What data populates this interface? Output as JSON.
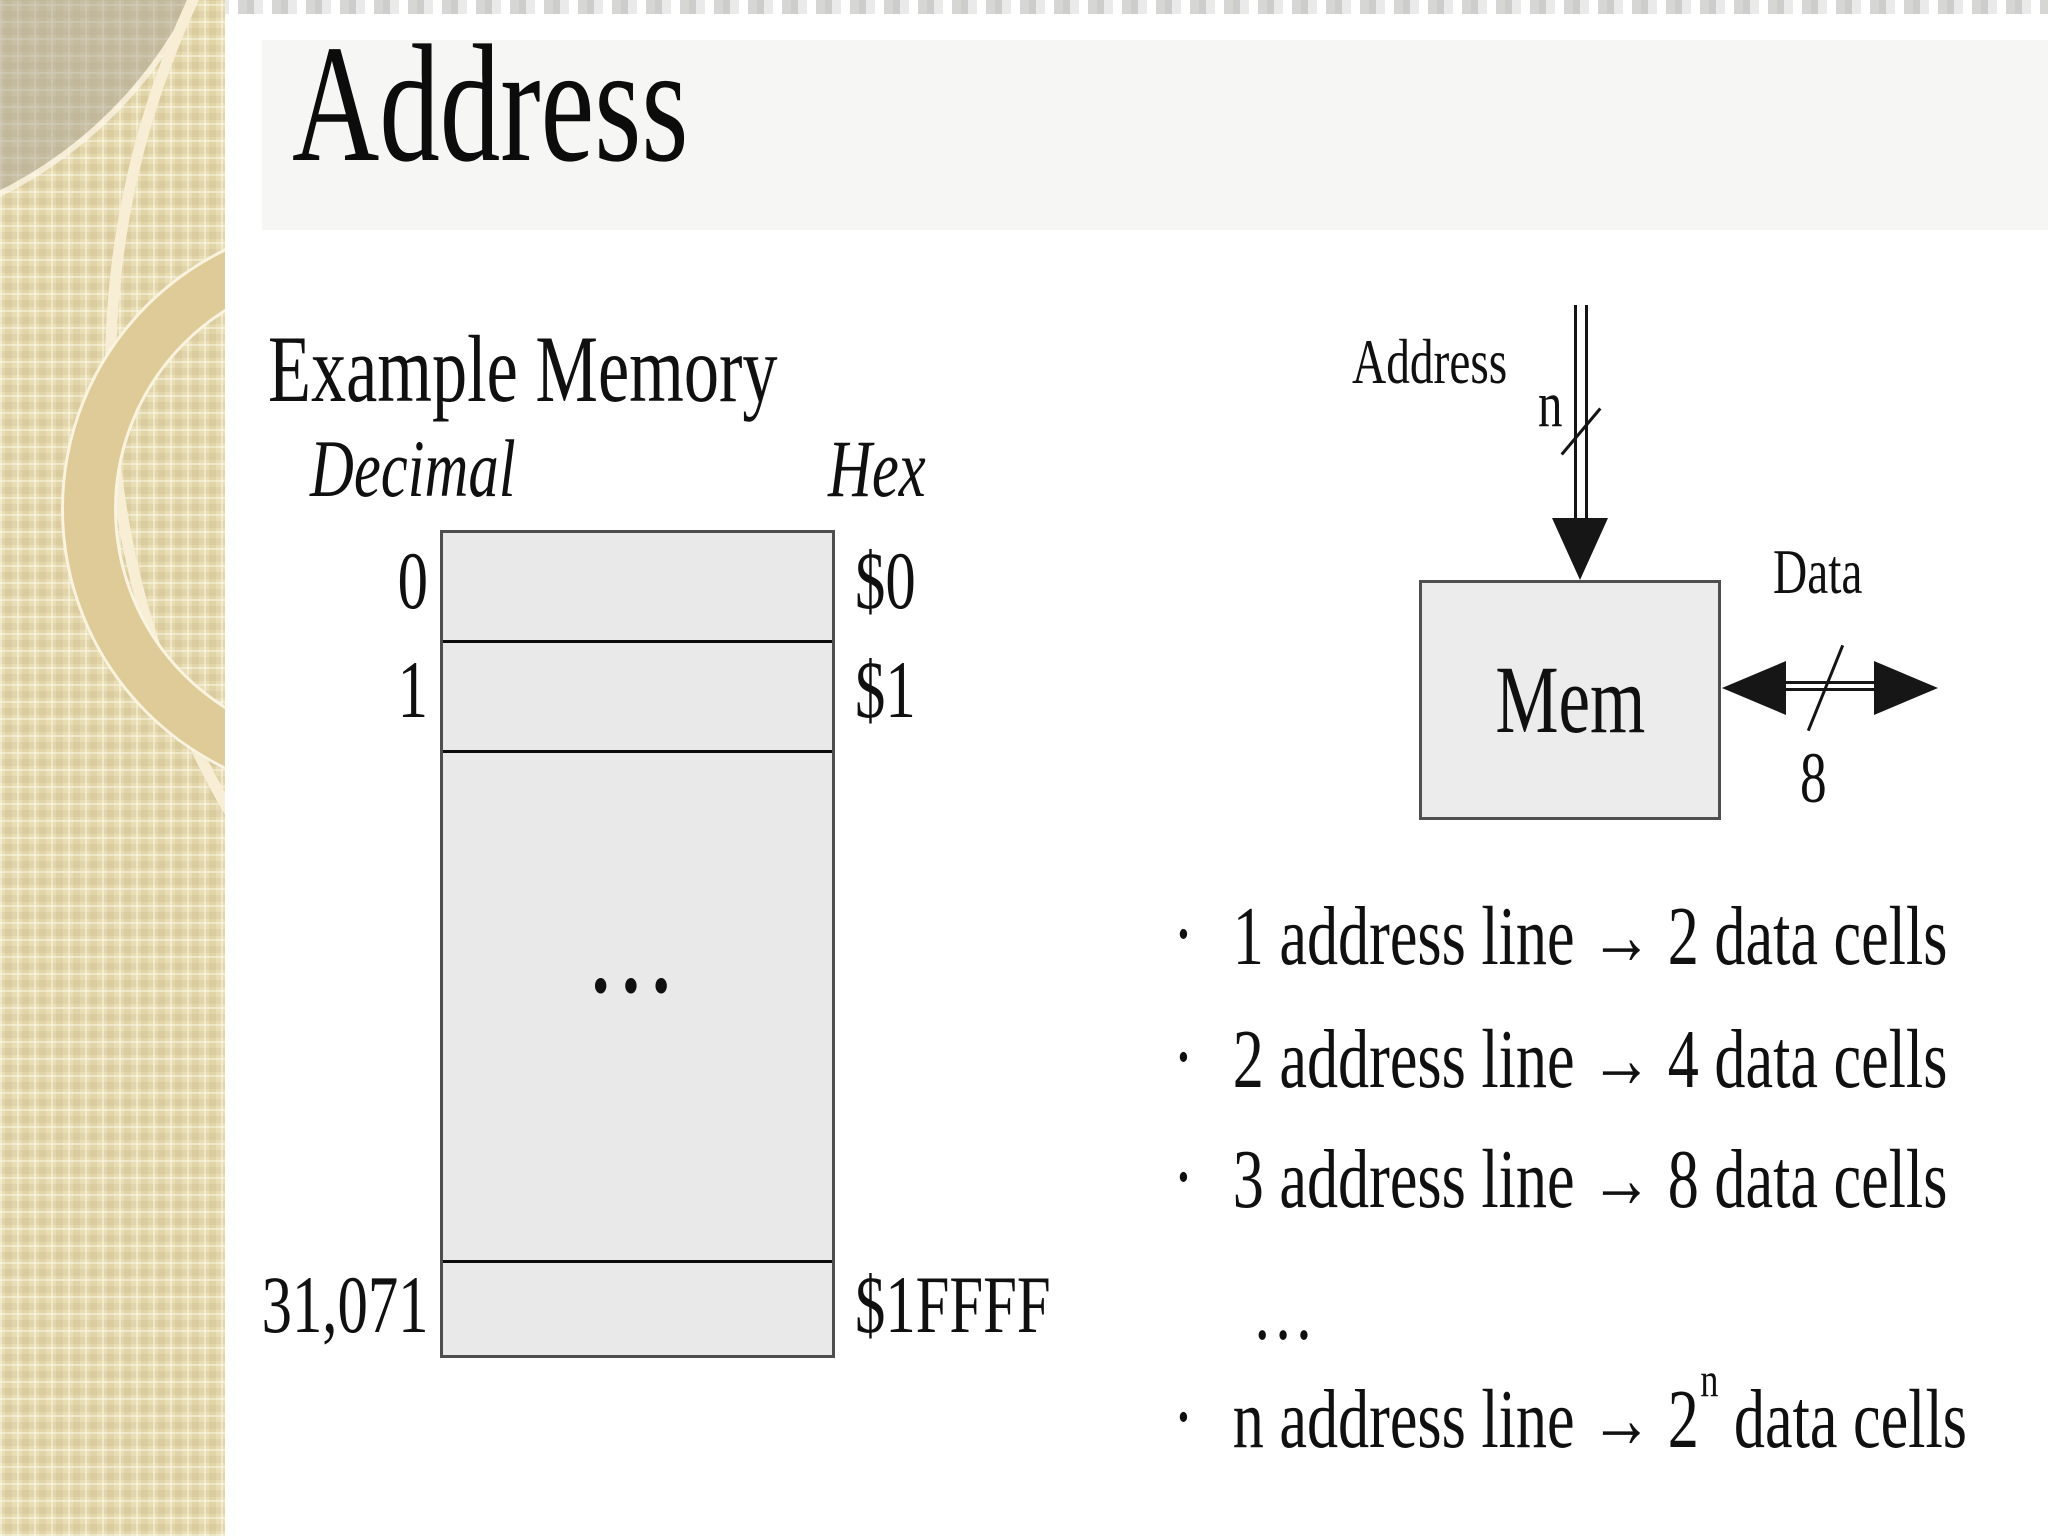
{
  "title": {
    "text": "Address"
  },
  "memory_panel": {
    "heading": "Example Memory",
    "columns": {
      "decimal": "Decimal",
      "hex": "Hex"
    },
    "rows": [
      {
        "decimal": "0",
        "hex": "$0"
      },
      {
        "decimal": "1",
        "hex": "$1"
      },
      {
        "decimal": "31,071",
        "hex": "$1FFFF"
      }
    ],
    "middle_ellipsis": "..."
  },
  "mem_diagram": {
    "address_label": "Address",
    "address_bus_width": "n",
    "mem_label": "Mem",
    "data_label": "Data",
    "data_bus_width": "8"
  },
  "bullets": {
    "items": [
      {
        "marker": "•",
        "text": "1 address line → 2 data cells"
      },
      {
        "marker": "•",
        "text": "2 address line → 4 data cells"
      },
      {
        "marker": "•",
        "text": "3 address line → 8 data cells"
      }
    ],
    "continuation": "…",
    "last": {
      "marker": "•",
      "prefix": "n address line → 2",
      "superscript": "n",
      "suffix": " data cells"
    }
  },
  "colors": {
    "sidebar_beige": "#e9ddb4",
    "sidebar_ring": "#decb97",
    "title_band_gray": "#f6f6f5",
    "cell_fill_gray": "#e9e9e9",
    "ink_black": "#101010"
  }
}
